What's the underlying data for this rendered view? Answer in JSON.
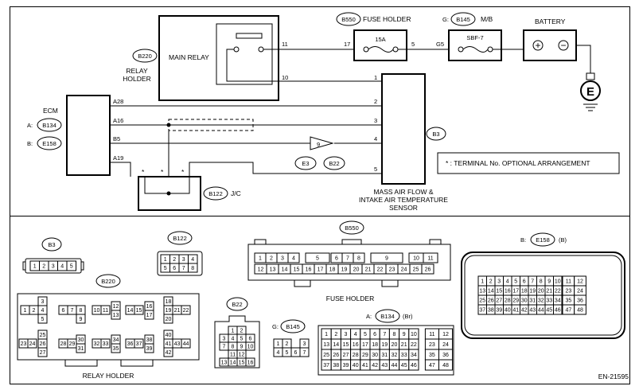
{
  "diagram_id": "EN-21595",
  "note": "* : TERMINAL No. OPTIONAL ARRANGEMENT",
  "components": {
    "fuse_holder": {
      "code": "B550",
      "label": "FUSE HOLDER",
      "fuse": "15A"
    },
    "mb": {
      "code": "B145",
      "prefix": "G:",
      "label": "M/B",
      "fuse": "SBF-7"
    },
    "battery": {
      "label": "BATTERY",
      "plus": "+",
      "minus": "−"
    },
    "ground": {
      "label": "E"
    },
    "main_relay": {
      "label": "MAIN RELAY",
      "holder_code": "B220",
      "holder_label_1": "RELAY",
      "holder_label_2": "HOLDER"
    },
    "ecm": {
      "label": "ECM",
      "conn_a_prefix": "A:",
      "conn_a": "B134",
      "conn_b_prefix": "B:",
      "conn_b": "E158"
    },
    "maf": {
      "code": "B3",
      "label_1": "MASS AIR FLOW &",
      "label_2": "INTAKE AIR TEMPERATURE",
      "label_3": "SENSOR"
    },
    "jc": {
      "code": "B122",
      "label": "J/C"
    },
    "joint": {
      "value": "9",
      "conn_1": "E3",
      "conn_2": "B22"
    }
  },
  "wires": {
    "relay_11": "11",
    "relay_10": "10",
    "fh_17": "17",
    "fh_5": "5",
    "mb_g5": "G5",
    "ecm_a28": "A28",
    "ecm_a16": "A16",
    "ecm_b5": "B5",
    "ecm_a19": "A19",
    "maf_1": "1",
    "maf_2": "2",
    "maf_3": "3",
    "maf_4": "4",
    "maf_5": "5",
    "star": "*"
  },
  "connectors": {
    "b3": {
      "code": "B3",
      "pins": [
        "1",
        "2",
        "3",
        "4",
        "5"
      ]
    },
    "b122": {
      "code": "B122",
      "rows": [
        [
          "1",
          "2",
          "3",
          "4"
        ],
        [
          "5",
          "6",
          "7",
          "8"
        ]
      ]
    },
    "b550": {
      "code": "B550",
      "label": "FUSE HOLDER",
      "top": [
        "1",
        "2",
        "3",
        "4",
        "5",
        "6",
        "7",
        "8",
        "9",
        "10",
        "11"
      ],
      "bottom": [
        "12",
        "13",
        "14",
        "15",
        "16",
        "17",
        "18",
        "19",
        "20",
        "21",
        "22",
        "23",
        "24",
        "25",
        "26"
      ]
    },
    "e158": {
      "prefix": "B:",
      "code": "E158",
      "suffix": "(B)",
      "left": [
        [
          "1",
          "2",
          "3",
          "4",
          "5",
          "6",
          "7",
          "8",
          "9",
          "10"
        ],
        [
          "13",
          "14",
          "15",
          "16",
          "17",
          "18",
          "19",
          "20",
          "21",
          "22",
          "23",
          "24"
        ],
        [
          "25",
          "26",
          "27",
          "28",
          "29",
          "30",
          "31",
          "32",
          "33",
          "34"
        ],
        [
          "37",
          "38",
          "39",
          "40",
          "41",
          "42",
          "43",
          "44",
          "45",
          "46"
        ]
      ],
      "right": [
        [
          "11",
          "12"
        ],
        [
          "23",
          "24"
        ],
        [
          "35",
          "36"
        ],
        [
          "47",
          "48"
        ]
      ]
    },
    "b220": {
      "code": "B220",
      "label": "RELAY HOLDER",
      "pins": [
        "1",
        "2",
        "3",
        "4",
        "5",
        "6",
        "7",
        "8",
        "9",
        "10",
        "11",
        "12",
        "13",
        "14",
        "15",
        "16",
        "17",
        "18",
        "19",
        "20",
        "21",
        "22",
        "23",
        "24",
        "25",
        "26",
        "27",
        "28",
        "29",
        "30",
        "31",
        "32",
        "33",
        "34",
        "35",
        "36",
        "37",
        "38",
        "39",
        "40",
        "41",
        "42",
        "43",
        "44"
      ]
    },
    "b22": {
      "code": "B22",
      "rows": [
        [
          "1",
          "2"
        ],
        [
          "3",
          "4",
          "5",
          "6"
        ],
        [
          "7",
          "8",
          "9",
          "10"
        ],
        [
          "11",
          "12"
        ],
        [
          "13",
          "14",
          "15",
          "16"
        ]
      ]
    },
    "b145": {
      "prefix": "G:",
      "code": "B145",
      "rows": [
        [
          "1",
          "2",
          "",
          "3"
        ],
        [
          "4",
          "5",
          "6",
          "7"
        ]
      ]
    },
    "b134": {
      "prefix": "A:",
      "code": "B134",
      "suffix": "(Br)",
      "left": [
        [
          "1",
          "2",
          "3",
          "4",
          "5",
          "6",
          "7",
          "8",
          "9",
          "10"
        ],
        [
          "13",
          "14",
          "15",
          "16",
          "17",
          "18",
          "19",
          "20",
          "21",
          "22"
        ],
        [
          "25",
          "26",
          "27",
          "28",
          "29",
          "30",
          "31",
          "32",
          "33",
          "34"
        ],
        [
          "37",
          "38",
          "39",
          "40",
          "41",
          "42",
          "43",
          "44",
          "45",
          "46"
        ]
      ],
      "right": [
        [
          "11",
          "12"
        ],
        [
          "23",
          "24"
        ],
        [
          "35",
          "36"
        ],
        [
          "47",
          "48"
        ]
      ]
    }
  }
}
